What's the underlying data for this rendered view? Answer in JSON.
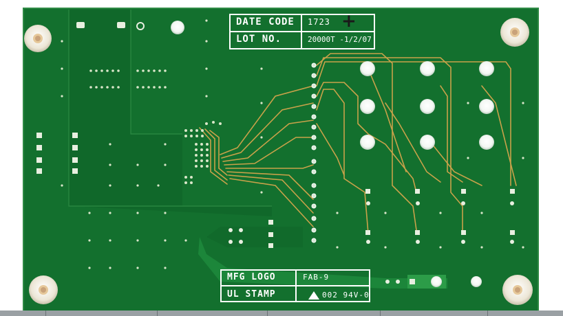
{
  "board": {
    "date_code_label": "DATE CODE",
    "date_code_value": "1723",
    "lot_no_label": "LOT NO.",
    "lot_no_value": "20000T -1/2/07",
    "handwritten_mark": "+",
    "mfg_logo_label": "MFG LOGO",
    "ul_stamp_label": "UL STAMP",
    "fab_label": "FAB-9",
    "ul_rating": "002 94V-0"
  },
  "colors": {
    "pcb": "#13702e",
    "pcb_dark": "#0e5e25",
    "trace": "#c9a24a",
    "silkscreen": "#ffffff",
    "standoff": "#f1ede2"
  }
}
